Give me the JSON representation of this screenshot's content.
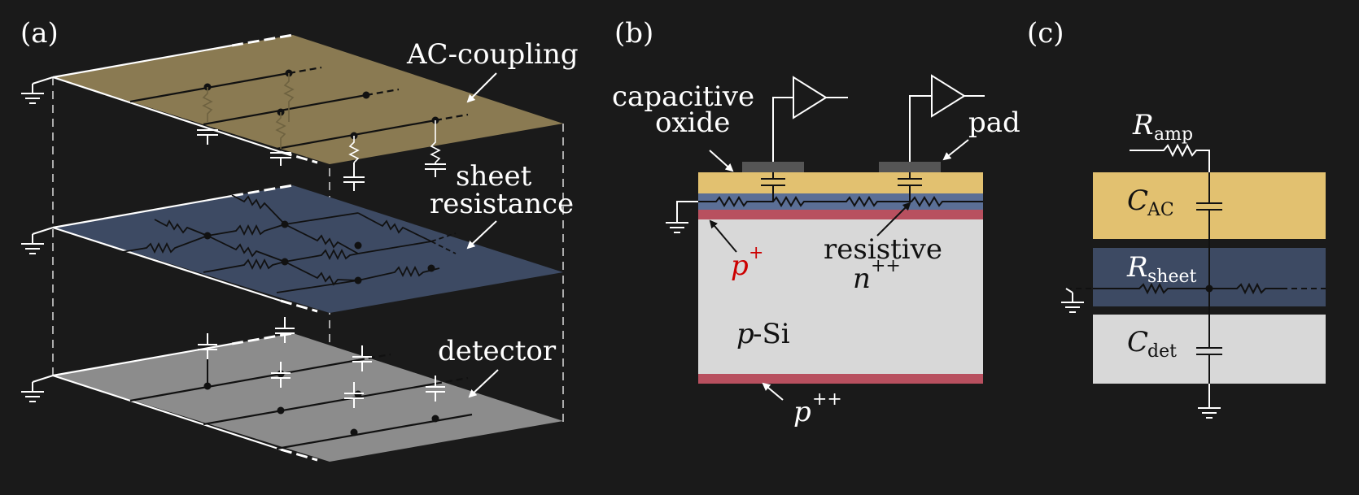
{
  "colors": {
    "background": "#1a1a1a",
    "ac_coupling": "#8a7a52",
    "sheet": "#3d4a63",
    "detector": "#8c8c8c",
    "oxide": "#e2c170",
    "resistive": "#3d4a63",
    "p_plus": "#b8505f",
    "silicon": "#d8d8d8",
    "pad": "#555555",
    "red_text": "#cc0000"
  },
  "panels": {
    "a": {
      "tag": "(a)",
      "labels": {
        "ac_coupling": "AC-coupling",
        "sheet_line1": "sheet",
        "sheet_line2": "resistance",
        "detector": "detector"
      }
    },
    "b": {
      "tag": "(b)",
      "labels": {
        "cap_line1": "capacitive",
        "cap_line2": "oxide",
        "pad": "pad",
        "p_plus_base": "p",
        "p_plus_sup": "+",
        "resistive": "resistive",
        "n_base": "n",
        "n_sup": "++",
        "psi_italic": "p",
        "psi_rest": "-Si",
        "ppp_base": "p",
        "ppp_sup": "++"
      }
    },
    "c": {
      "tag": "(c)",
      "labels": {
        "ramp_base": "R",
        "ramp_sub": "amp",
        "cac_base": "C",
        "cac_sub": "AC",
        "rsheet_base": "R",
        "rsheet_sub": "sheet",
        "cdet_base": "C",
        "cdet_sub": "det"
      }
    }
  }
}
